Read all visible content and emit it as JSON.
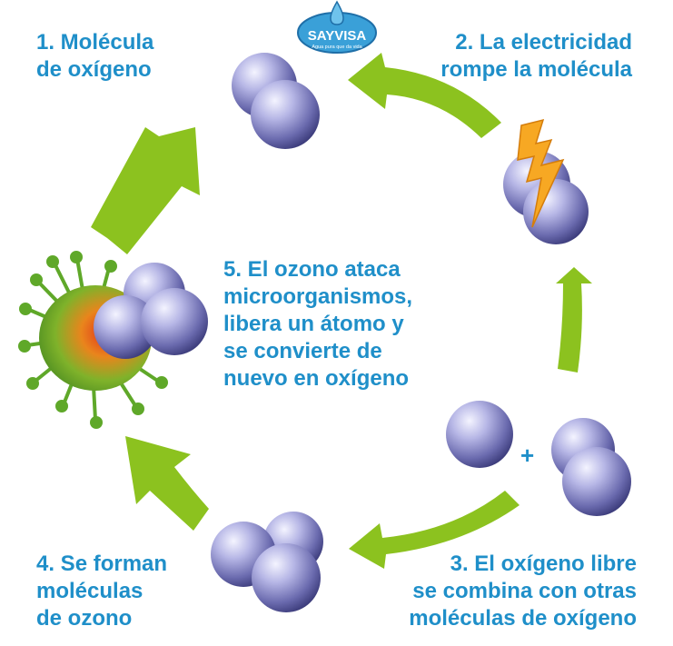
{
  "logo": {
    "name": "SAYVISA",
    "tagline": "Agua pura que da vida"
  },
  "steps": [
    {
      "number": "1.",
      "lines": [
        "1. Molécula",
        "de oxígeno"
      ]
    },
    {
      "number": "2.",
      "lines": [
        "2. La electricidad",
        "rompe la molécula"
      ]
    },
    {
      "number": "3.",
      "lines": [
        "3. El oxígeno libre",
        "se combina con otras",
        "moléculas de oxígeno"
      ]
    },
    {
      "number": "4.",
      "lines": [
        "4. Se forman",
        "moléculas",
        "de ozono"
      ]
    },
    {
      "number": "5.",
      "lines": [
        "5. El ozono ataca",
        "microorganismos,",
        "libera un átomo y",
        "se convierte de",
        "nuevo en oxígeno"
      ]
    }
  ],
  "plus_sign": "+",
  "colors": {
    "text": "#1f8fc9",
    "arrow": "#8cc21f",
    "atom_light": "#e8e8f8",
    "atom_dark": "#4a4a8c",
    "virus": "#5fa829",
    "lightning": "#f7a823"
  },
  "icons": [
    "oxygen-molecule-icon",
    "lightning-icon",
    "oxygen-atom-icon",
    "ozone-molecule-icon",
    "virus-icon",
    "cycle-arrow-icon"
  ]
}
